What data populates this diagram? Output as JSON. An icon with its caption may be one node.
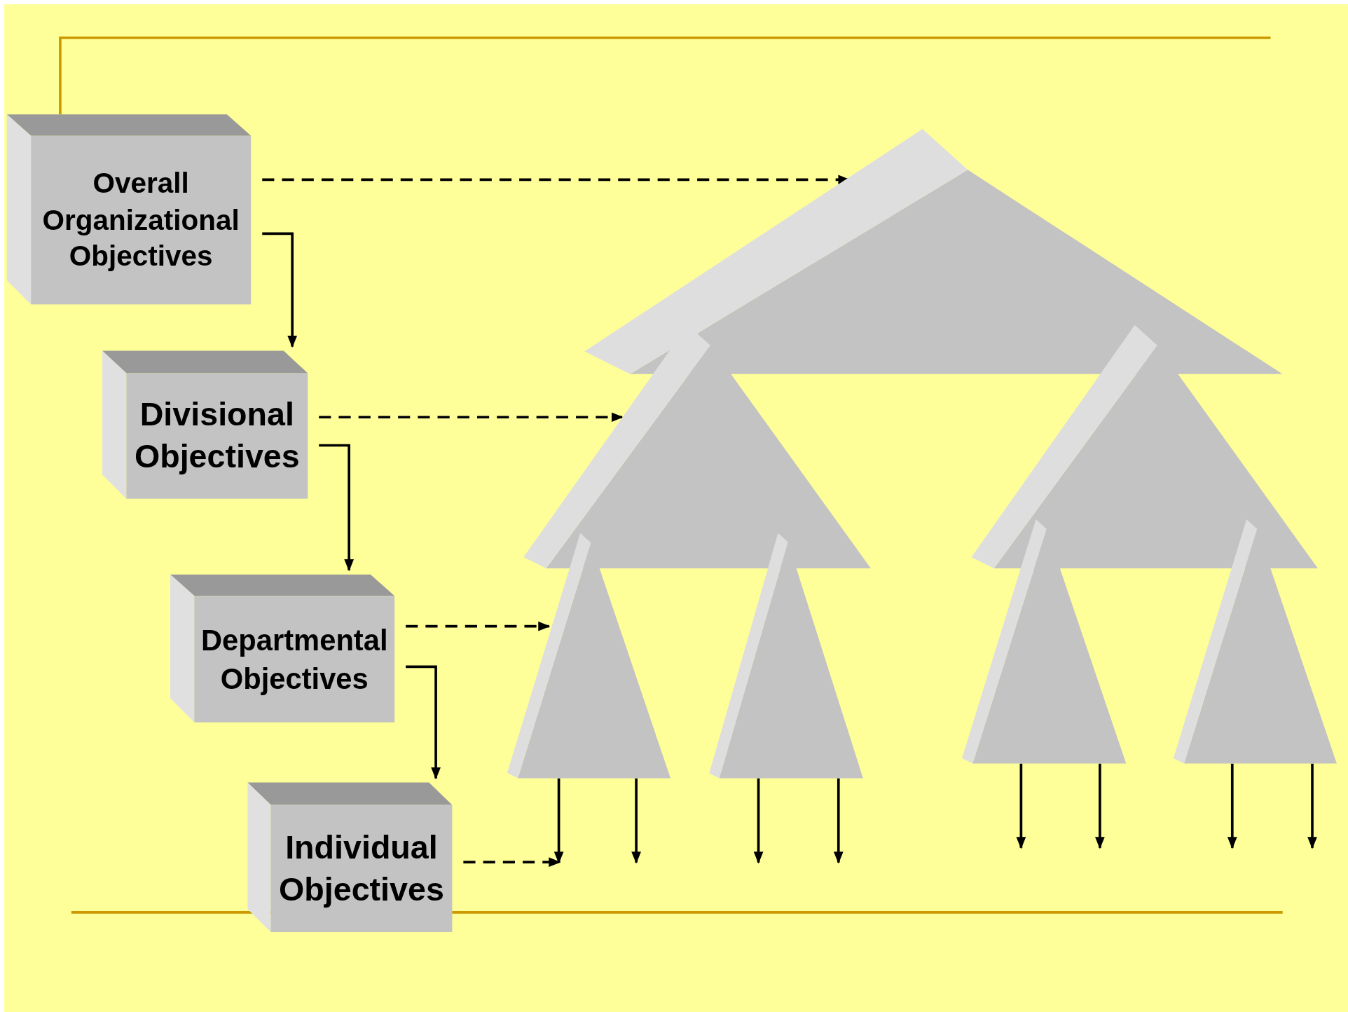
{
  "diagram": {
    "nodes": [
      {
        "text": [
          "Overall Organizational Objectives"
        ]
      },
      {
        "text": [
          "Divisional Objectives"
        ]
      },
      {
        "text": [
          "Departmental Objectives"
        ]
      },
      {
        "text": [
          "Individual Objectives"
        ]
      },
      {
        "text": [],
        "shape": "triangle"
      },
      {
        "text": [],
        "shape": "triangle"
      },
      {
        "text": [],
        "shape": "triangle"
      },
      {
        "text": [],
        "shape": "triangle"
      },
      {
        "text": [],
        "shape": "triangle"
      },
      {
        "text": [],
        "shape": "triangle"
      },
      {
        "text": [],
        "shape": "triangle"
      }
    ],
    "edges": [
      {
        "from": 0,
        "to": 4,
        "arrow": "to",
        "style": "dashed"
      },
      {
        "from": 0,
        "to": 1,
        "arrow": "to"
      },
      {
        "from": 1,
        "to": 5,
        "arrow": "to",
        "style": "dashed"
      },
      {
        "from": 1,
        "to": 2,
        "arrow": "to"
      },
      {
        "from": 2,
        "to": 7,
        "arrow": "to",
        "style": "dashed"
      },
      {
        "from": 2,
        "to": 3,
        "arrow": "to"
      },
      {
        "from": 3,
        "to": null,
        "arrow": "to",
        "style": "dashed"
      },
      {
        "from": 7,
        "to": null,
        "arrow": "to"
      },
      {
        "from": 7,
        "to": null,
        "arrow": "to"
      },
      {
        "from": 8,
        "to": null,
        "arrow": "to"
      },
      {
        "from": 8,
        "to": null,
        "arrow": "to"
      },
      {
        "from": 9,
        "to": null,
        "arrow": "to"
      },
      {
        "from": 9,
        "to": null,
        "arrow": "to"
      },
      {
        "from": 10,
        "to": null,
        "arrow": "to"
      },
      {
        "from": 10,
        "to": null,
        "arrow": "to"
      }
    ]
  }
}
